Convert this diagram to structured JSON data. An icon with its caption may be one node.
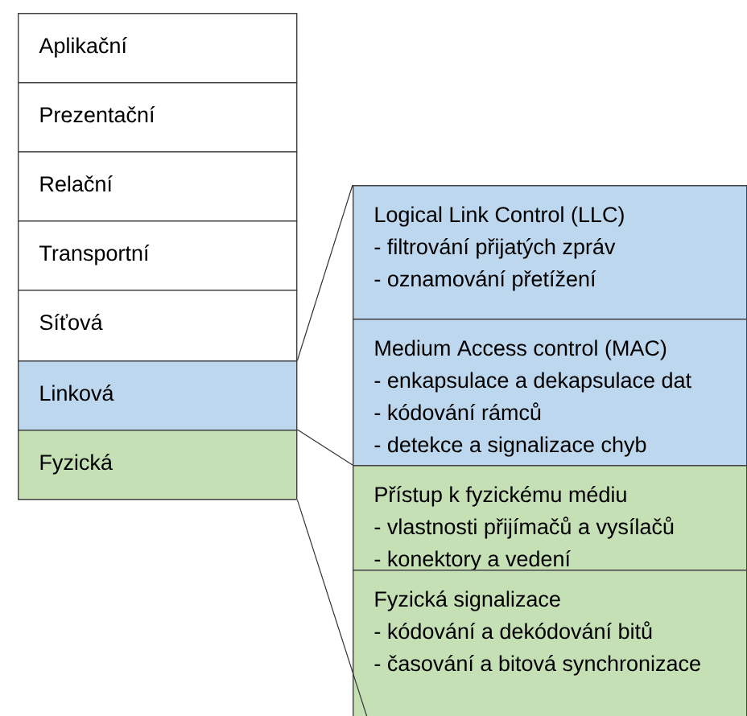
{
  "diagram": {
    "nodes": [
      {
        "text": [
          "Aplikační"
        ]
      },
      {
        "text": [
          "Prezentační"
        ]
      },
      {
        "text": [
          "Relační"
        ]
      },
      {
        "text": [
          "Transportní"
        ]
      },
      {
        "text": [
          "Síťová"
        ]
      },
      {
        "text": [
          "Linková"
        ]
      },
      {
        "text": [
          "Fyzická"
        ]
      },
      {
        "text": [
          "Logical Link Control (LLC)",
          "- filtrování přijatých zpráv",
          "- oznamování přetížení"
        ]
      },
      {
        "text": [
          "Medium Access control (MAC)",
          "- enkapsulace a dekapsulace dat",
          "- kódování rámců",
          "- detekce a signalizace chyb"
        ]
      },
      {
        "text": [
          "Přístup k fyzickému médiu",
          "- vlastnosti přijímačů a vysílačů",
          "- konektory a vedení"
        ]
      },
      {
        "text": [
          "Fyzická signalizace",
          "- kódování a dekódování bitů",
          "- časování a bitová synchronizace"
        ]
      }
    ],
    "edges": [
      {
        "from": 5,
        "to": 7,
        "arrow": "none"
      },
      {
        "from": 5,
        "to": 8,
        "arrow": "none"
      },
      {
        "from": 6,
        "to": 9,
        "arrow": "none"
      },
      {
        "from": 6,
        "to": 10,
        "arrow": "none"
      }
    ]
  }
}
